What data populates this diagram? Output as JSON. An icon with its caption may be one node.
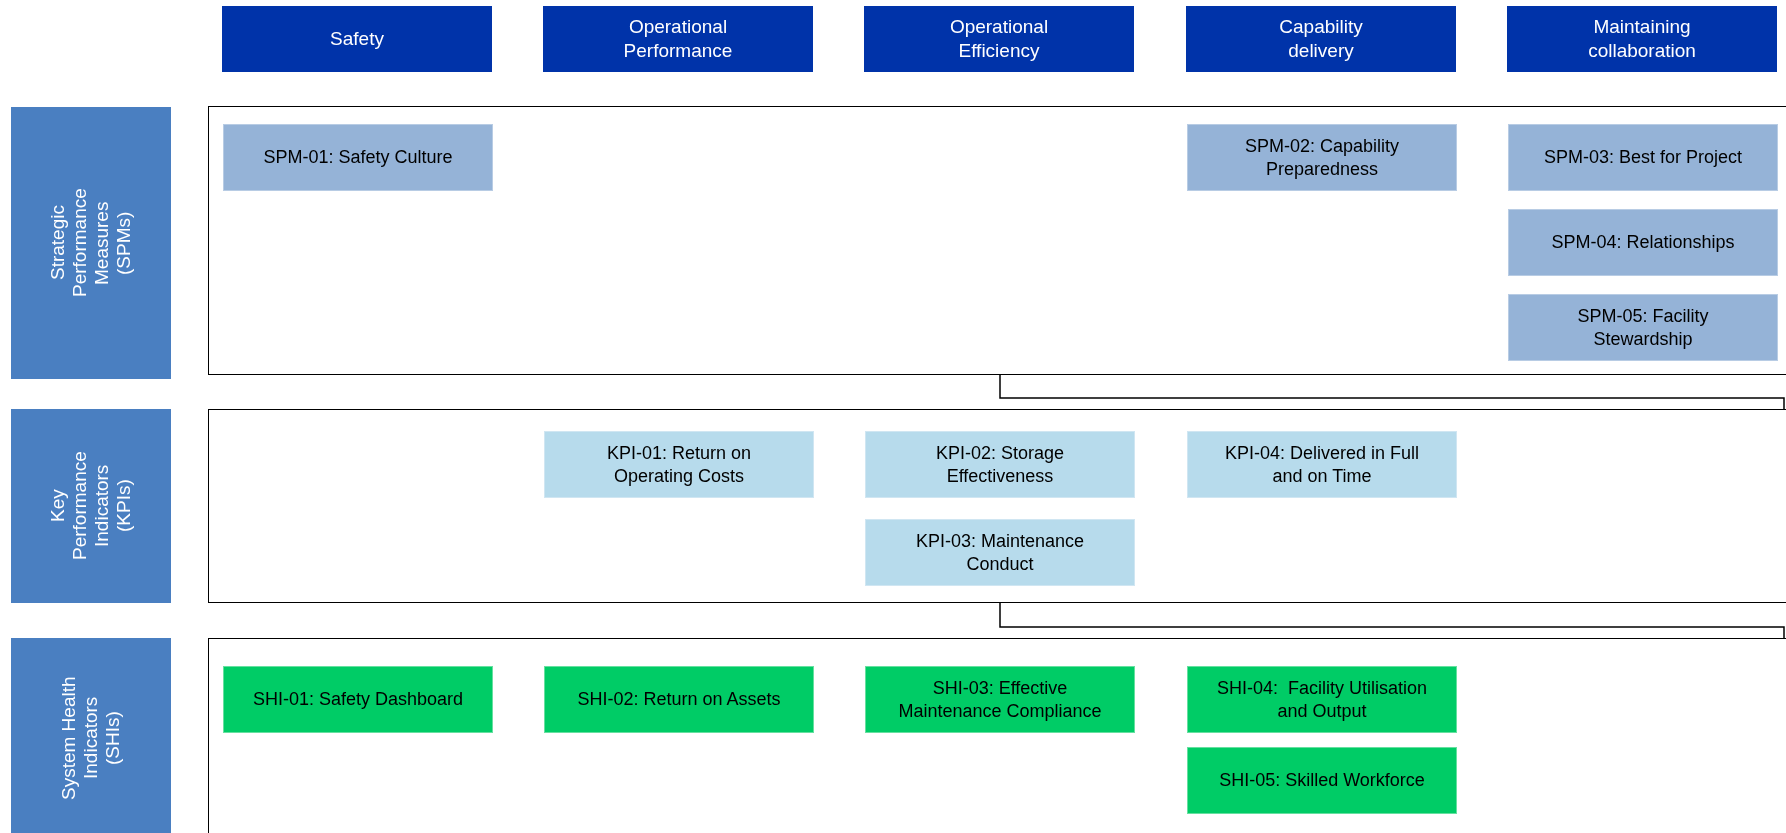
{
  "diagram": {
    "nodes": [
      {
        "text": [
          "Safety"
        ]
      },
      {
        "text": [
          "Operational Performance"
        ]
      },
      {
        "text": [
          "Operational Efficiency"
        ]
      },
      {
        "text": [
          "Capability delivery"
        ]
      },
      {
        "text": [
          "Maintaining collaboration"
        ]
      },
      {
        "text": [
          "Strategic Performance Measures (SPMs)"
        ]
      },
      {
        "text": [
          "Key Performance Indicators (KPIs)"
        ]
      },
      {
        "text": [
          "System Health Indicators (SHIs)"
        ]
      },
      {
        "text": [],
        "shape": "box"
      },
      {
        "text": [],
        "shape": "box"
      },
      {
        "text": [],
        "shape": "box"
      },
      {
        "text": [
          "SPM-01: Safety Culture"
        ],
        "in": 8
      },
      {
        "text": [
          "SPM-02: Capability Preparedness"
        ],
        "in": 8
      },
      {
        "text": [
          "SPM-03: Best for Project"
        ],
        "in": 8
      },
      {
        "text": [
          "SPM-04: Relationships"
        ],
        "in": 8
      },
      {
        "text": [
          "SPM-05: Facility Stewardship"
        ],
        "in": 8
      },
      {
        "text": [
          "KPI-01: Return on Operating Costs"
        ],
        "in": 9
      },
      {
        "text": [
          "KPI-02: Storage Effectiveness"
        ],
        "in": 9
      },
      {
        "text": [
          "KPI-04: Delivered in Full and on Time"
        ],
        "in": 9
      },
      {
        "text": [
          "KPI-03: Maintenance Conduct"
        ],
        "in": 9
      },
      {
        "text": [
          "SHI-01: Safety Dashboard"
        ],
        "in": 10
      },
      {
        "text": [
          "SHI-02: Return on Assets"
        ],
        "in": 10
      },
      {
        "text": [
          "SHI-03: Effective Maintenance Compliance"
        ],
        "in": 10
      },
      {
        "text": [
          "SHI-04:  Facility Utilisation and Output"
        ],
        "in": 10
      },
      {
        "text": [
          "SHI-05: Skilled Workforce"
        ],
        "in": 10
      }
    ],
    "edges": [
      {
        "from": 8,
        "to": 9,
        "arrow": "none"
      },
      {
        "from": 9,
        "to": 10,
        "arrow": "none"
      }
    ]
  }
}
